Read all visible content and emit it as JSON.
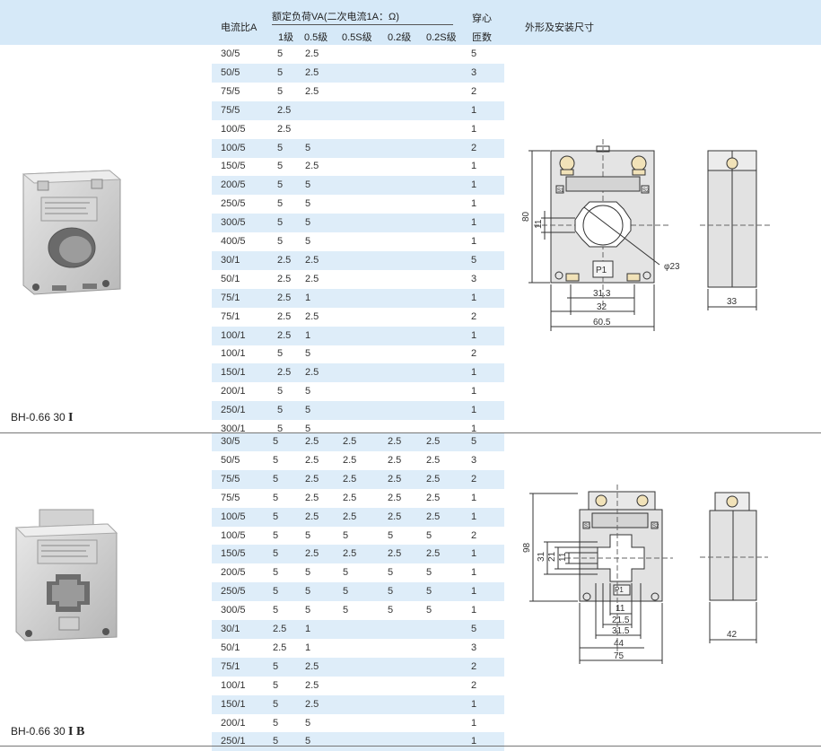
{
  "header": {
    "col_ratio": "电流比A",
    "load_title": "额定负荷VA(二次电流1A：Ω)",
    "grades": [
      "1级",
      "0.5级",
      "0.5S级",
      "0.2级",
      "0.2S级"
    ],
    "turns_line1": "穿心",
    "turns_line2": "匝数",
    "dims_title": "外形及安装尺寸"
  },
  "section1": {
    "model": "BH-0.66 30",
    "model_suffix": "I",
    "rows": [
      [
        "30/5",
        "5",
        "2.5",
        "",
        "",
        "",
        "5"
      ],
      [
        "50/5",
        "5",
        "2.5",
        "",
        "",
        "",
        "3"
      ],
      [
        "75/5",
        "5",
        "2.5",
        "",
        "",
        "",
        "2"
      ],
      [
        "75/5",
        "2.5",
        "",
        "",
        "",
        "",
        "1"
      ],
      [
        "100/5",
        "2.5",
        "",
        "",
        "",
        "",
        "1"
      ],
      [
        "100/5",
        "5",
        "5",
        "",
        "",
        "",
        "2"
      ],
      [
        "150/5",
        "5",
        "2.5",
        "",
        "",
        "",
        "1"
      ],
      [
        "200/5",
        "5",
        "5",
        "",
        "",
        "",
        "1"
      ],
      [
        "250/5",
        "5",
        "5",
        "",
        "",
        "",
        "1"
      ],
      [
        "300/5",
        "5",
        "5",
        "",
        "",
        "",
        "1"
      ],
      [
        "400/5",
        "5",
        "5",
        "",
        "",
        "",
        "1"
      ],
      [
        "30/1",
        "2.5",
        "2.5",
        "",
        "",
        "",
        "5"
      ],
      [
        "50/1",
        "2.5",
        "2.5",
        "",
        "",
        "",
        "3"
      ],
      [
        "75/1",
        "2.5",
        "1",
        "",
        "",
        "",
        "1"
      ],
      [
        "75/1",
        "2.5",
        "2.5",
        "",
        "",
        "",
        "2"
      ],
      [
        "100/1",
        "2.5",
        "1",
        "",
        "",
        "",
        "1"
      ],
      [
        "100/1",
        "5",
        "5",
        "",
        "",
        "",
        "2"
      ],
      [
        "150/1",
        "2.5",
        "2.5",
        "",
        "",
        "",
        "1"
      ],
      [
        "200/1",
        "5",
        "5",
        "",
        "",
        "",
        "1"
      ],
      [
        "250/1",
        "5",
        "5",
        "",
        "",
        "",
        "1"
      ],
      [
        "300/1",
        "5",
        "5",
        "",
        "",
        "",
        "1"
      ]
    ],
    "dims": {
      "height": "80",
      "inner": "11",
      "hole": "φ23",
      "w1": "31.3",
      "w2": "32",
      "w3": "60.5",
      "depth": "33",
      "plate": "P1",
      "s1": "S1",
      "s2": "S2"
    }
  },
  "section2": {
    "model": "BH-0.66 30",
    "model_suffix": "I B",
    "rows": [
      [
        "30/5",
        "5",
        "2.5",
        "2.5",
        "2.5",
        "2.5",
        "5"
      ],
      [
        "50/5",
        "5",
        "2.5",
        "2.5",
        "2.5",
        "2.5",
        "3"
      ],
      [
        "75/5",
        "5",
        "2.5",
        "2.5",
        "2.5",
        "2.5",
        "2"
      ],
      [
        "75/5",
        "5",
        "2.5",
        "2.5",
        "2.5",
        "2.5",
        "1"
      ],
      [
        "100/5",
        "5",
        "2.5",
        "2.5",
        "2.5",
        "2.5",
        "1"
      ],
      [
        "100/5",
        "5",
        "5",
        "5",
        "5",
        "5",
        "2"
      ],
      [
        "150/5",
        "5",
        "2.5",
        "2.5",
        "2.5",
        "2.5",
        "1"
      ],
      [
        "200/5",
        "5",
        "5",
        "5",
        "5",
        "5",
        "1"
      ],
      [
        "250/5",
        "5",
        "5",
        "5",
        "5",
        "5",
        "1"
      ],
      [
        "300/5",
        "5",
        "5",
        "5",
        "5",
        "5",
        "1"
      ],
      [
        "30/1",
        "2.5",
        "1",
        "",
        "",
        "",
        "5"
      ],
      [
        "50/1",
        "2.5",
        "1",
        "",
        "",
        "",
        "3"
      ],
      [
        "75/1",
        "5",
        "2.5",
        "",
        "",
        "",
        "2"
      ],
      [
        "100/1",
        "5",
        "2.5",
        "",
        "",
        "",
        "2"
      ],
      [
        "150/1",
        "5",
        "2.5",
        "",
        "",
        "",
        "1"
      ],
      [
        "200/1",
        "5",
        "5",
        "",
        "",
        "",
        "1"
      ],
      [
        "250/1",
        "5",
        "5",
        "",
        "",
        "",
        "1"
      ]
    ],
    "dims": {
      "height": "98",
      "h31": "31",
      "h21": "21",
      "h11": "11",
      "w11": "11",
      "w21": "21.5",
      "w31": "31.5",
      "w44": "44",
      "w75": "75",
      "depth": "42",
      "plate": "P1",
      "s1": "S1",
      "s2": "S2"
    }
  }
}
